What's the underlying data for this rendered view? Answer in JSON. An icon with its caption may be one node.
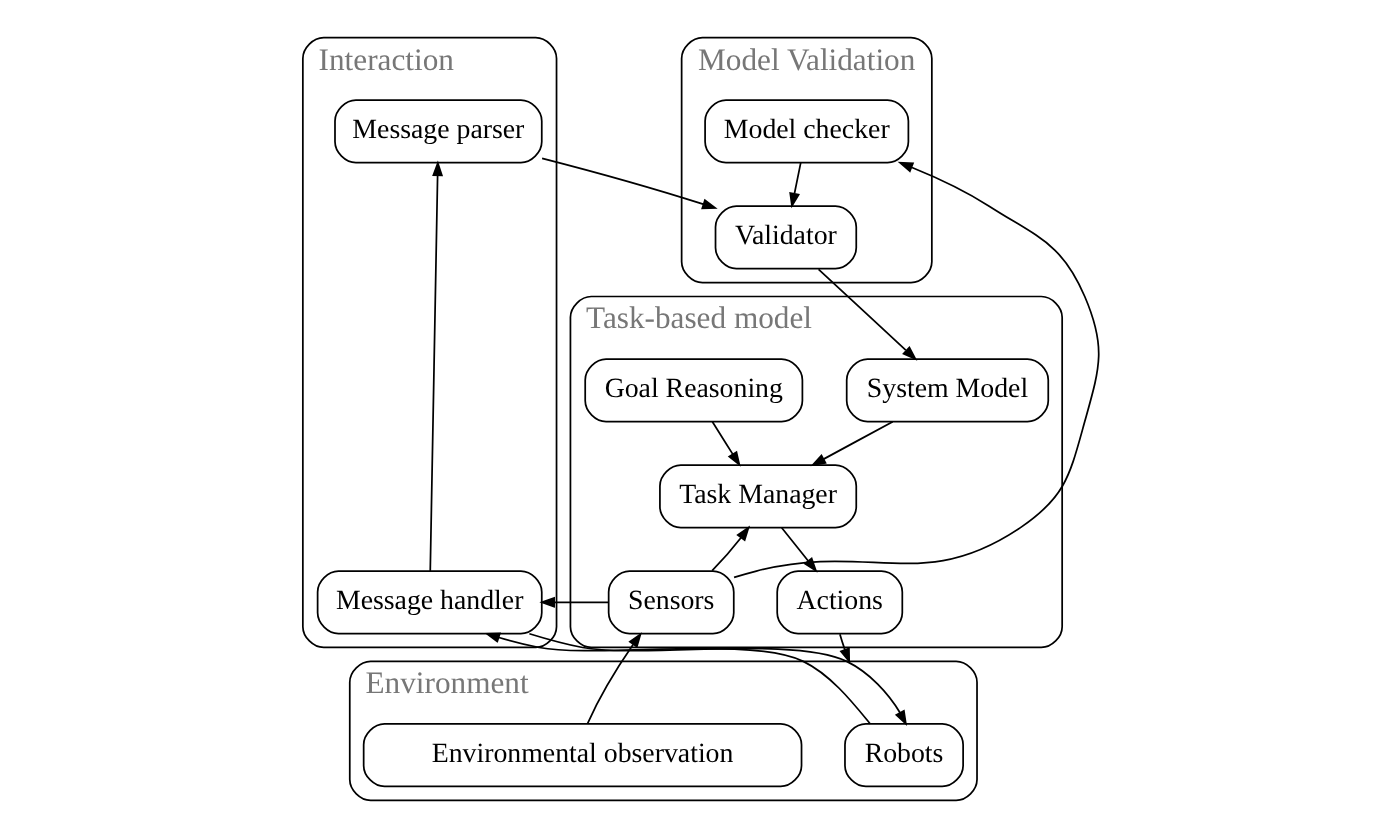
{
  "diagram": {
    "nodes": [
      {
        "text": [
          "Interaction"
        ]
      },
      {
        "text": [
          "Message parser"
        ],
        "in": 0
      },
      {
        "text": [
          "Message handler"
        ],
        "in": 0
      },
      {
        "text": [
          "Model Validation"
        ]
      },
      {
        "text": [
          "Validator"
        ],
        "in": 3
      },
      {
        "text": [
          "Model checker"
        ],
        "in": 3
      },
      {
        "text": [
          "Task-based model"
        ]
      },
      {
        "text": [
          "System Model"
        ],
        "in": 6
      },
      {
        "text": [
          "Task Manager"
        ],
        "in": 6
      },
      {
        "text": [
          "Goal Reasoning"
        ],
        "in": 6
      },
      {
        "text": [
          "Sensors"
        ],
        "in": 6
      },
      {
        "text": [
          "Actions"
        ],
        "in": 6
      },
      {
        "text": [
          "Environment"
        ]
      },
      {
        "text": [
          "Robots"
        ],
        "in": 12
      },
      {
        "text": [
          "Environmental observation"
        ],
        "in": 12
      }
    ],
    "edges": [
      {
        "from": 1,
        "to": 4,
        "arrow": "to"
      },
      {
        "from": 2,
        "to": 1,
        "arrow": "to"
      },
      {
        "from": 5,
        "to": 4,
        "arrow": "to"
      },
      {
        "from": 4,
        "to": 7,
        "arrow": "to"
      },
      {
        "from": 7,
        "to": 8,
        "arrow": "to"
      },
      {
        "from": 9,
        "to": 8,
        "arrow": "to"
      },
      {
        "from": 10,
        "to": 8,
        "arrow": "to"
      },
      {
        "from": 8,
        "to": 11,
        "arrow": "to"
      },
      {
        "from": 10,
        "to": 5,
        "arrow": "to"
      },
      {
        "from": 10,
        "to": 2,
        "arrow": "to"
      },
      {
        "from": 2,
        "to": 13,
        "arrow": "to"
      },
      {
        "from": 13,
        "to": 2,
        "arrow": "to"
      },
      {
        "from": 14,
        "to": 10,
        "arrow": "to"
      },
      {
        "from": 11,
        "to": 12,
        "arrow": "to"
      }
    ]
  }
}
